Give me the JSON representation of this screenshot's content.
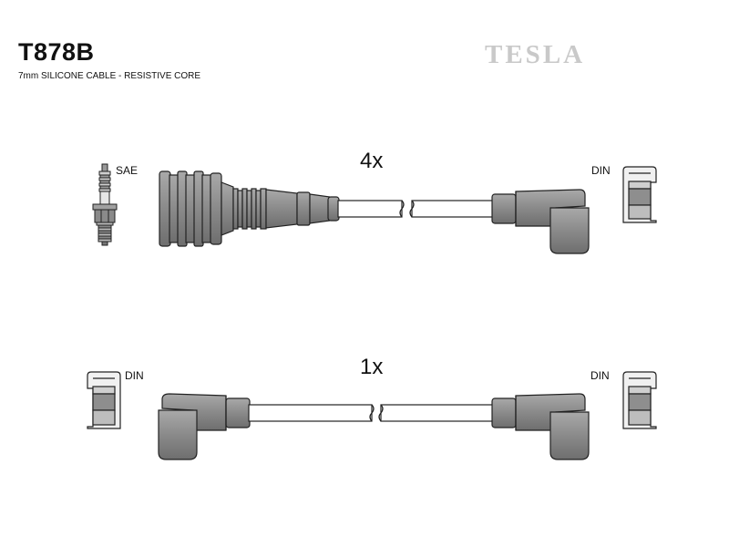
{
  "header": {
    "part_number": "T878B",
    "description": "7mm SILICONE CABLE - RESISTIVE CORE",
    "brand": "TESLA"
  },
  "top_lead": {
    "quantity": "4x",
    "left_label": "SAE",
    "right_label": "DIN"
  },
  "bottom_lead": {
    "quantity": "1x",
    "left_label": "DIN",
    "right_label": "DIN"
  },
  "colors": {
    "part_fill": "#8e8e8e",
    "part_dark": "#5c5c5c",
    "outline": "#222222",
    "cable": "#ffffff",
    "brand": "#c9c9c9"
  }
}
